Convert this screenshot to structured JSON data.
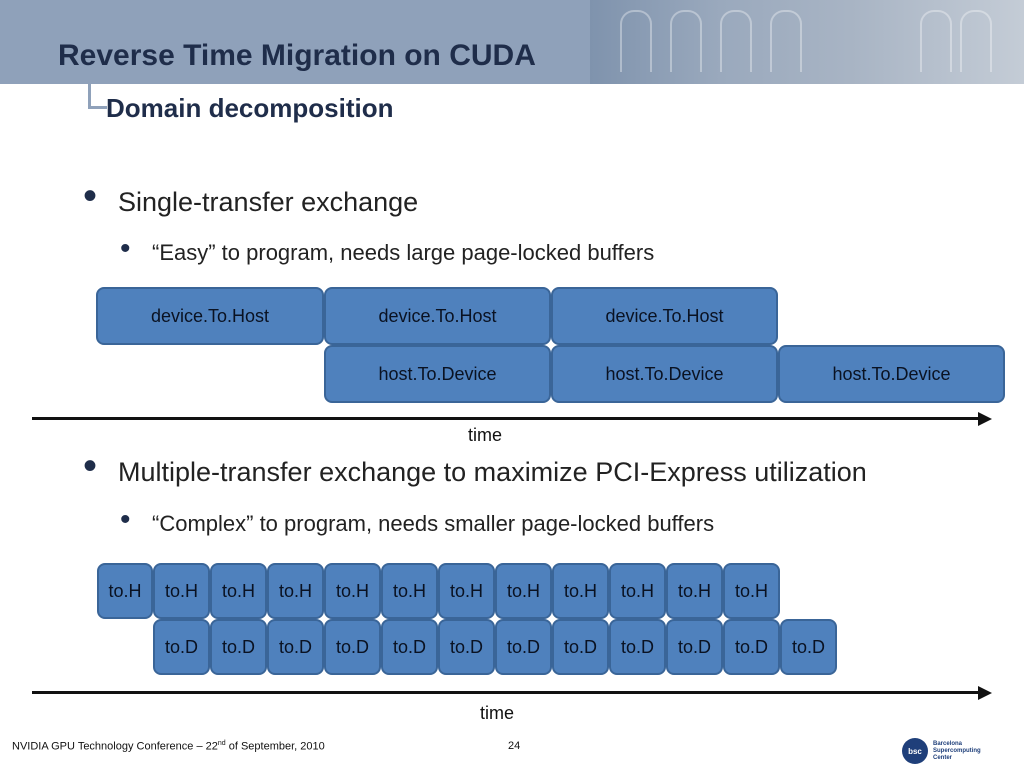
{
  "header": {
    "title": "Reverse Time Migration on CUDA",
    "subtitle": "Domain decomposition"
  },
  "section1": {
    "bullet": "Single-transfer exchange",
    "sub_bullet": "“Easy” to program, needs large page-locked buffers",
    "row1": [
      "device.To.Host",
      "device.To.Host",
      "device.To.Host"
    ],
    "row2": [
      "host.To.Device",
      "host.To.Device",
      "host.To.Device"
    ],
    "time_label": "time"
  },
  "section2": {
    "bullet": "Multiple-transfer exchange to maximize PCI-Express utilization",
    "sub_bullet": "“Complex” to program, needs smaller page-locked buffers",
    "row1": [
      "to.H",
      "to.H",
      "to.H",
      "to.H",
      "to.H",
      "to.H",
      "to.H",
      "to.H",
      "to.H",
      "to.H",
      "to.H",
      "to.H"
    ],
    "row2": [
      "to.D",
      "to.D",
      "to.D",
      "to.D",
      "to.D",
      "to.D",
      "to.D",
      "to.D",
      "to.D",
      "to.D",
      "to.D",
      "to.D"
    ],
    "time_label": "time"
  },
  "footer": {
    "conference_prefix": "NVIDIA GPU Technology Conference – 22",
    "conference_sup": "nd",
    "conference_suffix": " of September, 2010",
    "page_number": "24",
    "logo_mark": "bsc",
    "logo_text_line1": "Barcelona",
    "logo_text_line2": "Supercomputing",
    "logo_text_line3": "Center"
  },
  "colors": {
    "box_fill": "#4f81bd",
    "box_border": "#3a6598",
    "header_band": "#8fa1ba",
    "title_text": "#1f2d4a"
  }
}
